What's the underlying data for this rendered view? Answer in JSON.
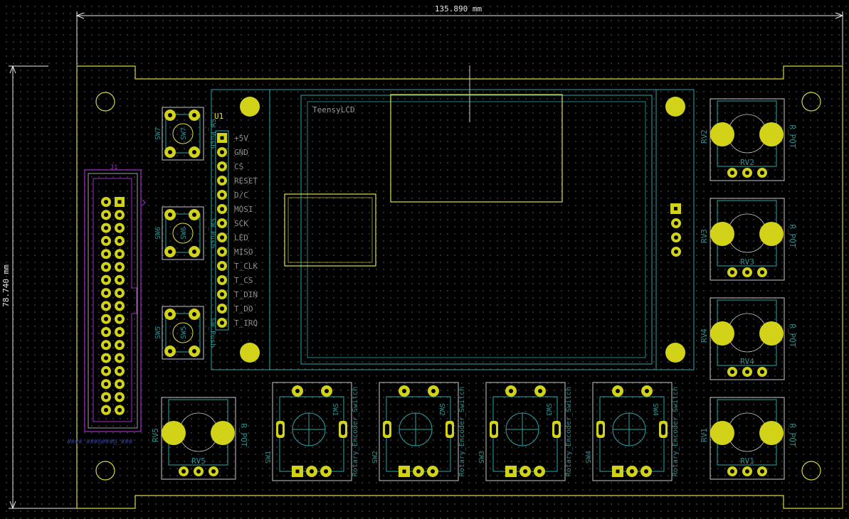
{
  "dimensions": {
    "width_label": "135.890 mm",
    "height_label": "78.740 mm"
  },
  "colors": {
    "edge_cuts": "#d6d640",
    "pad": "#d2d218",
    "fab": "#2aa7a7",
    "courtyard": "#c8c8c8",
    "connector": "#a030c8",
    "ref_text": "#2a8f8f",
    "silk": "#e0e040"
  },
  "u1": {
    "ref": "U1",
    "value": "TeensyLCD",
    "pins": [
      "+5V",
      "GND",
      "CS",
      "RESET",
      "D/C",
      "MOSI",
      "SCK",
      "LED",
      "MISO",
      "T_CLK",
      "T_CS",
      "T_DIN",
      "T_DO",
      "T_IRQ"
    ]
  },
  "j1": {
    "ref": "J1"
  },
  "push_switches": [
    {
      "ref": "SW7",
      "value": "SW_Push"
    },
    {
      "ref": "SW6",
      "value": "SW_Push"
    },
    {
      "ref": "SW5",
      "value": "SW_Push"
    }
  ],
  "pots": [
    {
      "ref": "RV2",
      "value": "R_POT"
    },
    {
      "ref": "RV3",
      "value": "R_POT"
    },
    {
      "ref": "RV4",
      "value": "R_POT"
    },
    {
      "ref": "RV1",
      "value": "R_POT"
    },
    {
      "ref": "RV5",
      "value": "R_POT"
    }
  ],
  "encoders": [
    {
      "ref": "SW1",
      "value": "Rotary_Encoder_Switch"
    },
    {
      "ref": "SW2",
      "value": "Rotary_Encoder_Switch"
    },
    {
      "ref": "SW3",
      "value": "Rotary_Encoder_Switch"
    },
    {
      "ref": "SW4",
      "value": "Rotary_Encoder_Switch"
    }
  ]
}
